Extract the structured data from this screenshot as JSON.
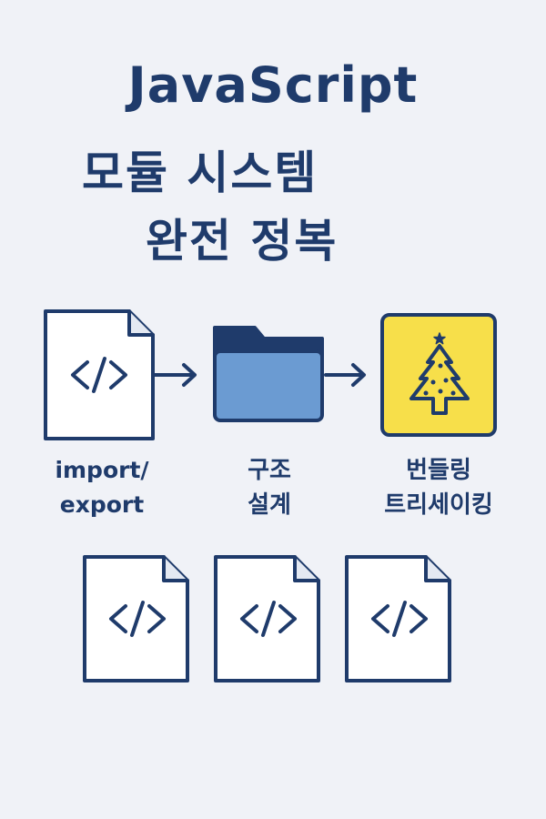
{
  "title": {
    "line1": "JavaScript",
    "line2": "모듈 시스템",
    "line3": "완전 정복"
  },
  "steps": [
    {
      "icon": "code-file-icon",
      "label_line1": "import/",
      "label_line2": "export"
    },
    {
      "icon": "folder-icon",
      "label_line1": "구조",
      "label_line2": "설계"
    },
    {
      "icon": "tree-icon",
      "label_line1": "번들링",
      "label_line2": "트리세이킹"
    }
  ],
  "bottom_files": [
    {
      "icon": "code-file-icon"
    },
    {
      "icon": "code-file-icon"
    },
    {
      "icon": "code-file-icon"
    }
  ],
  "colors": {
    "background": "#f0f2f7",
    "navy": "#1f3b6b",
    "folder_blue": "#6b9bd2",
    "tree_yellow": "#f7df4a"
  }
}
